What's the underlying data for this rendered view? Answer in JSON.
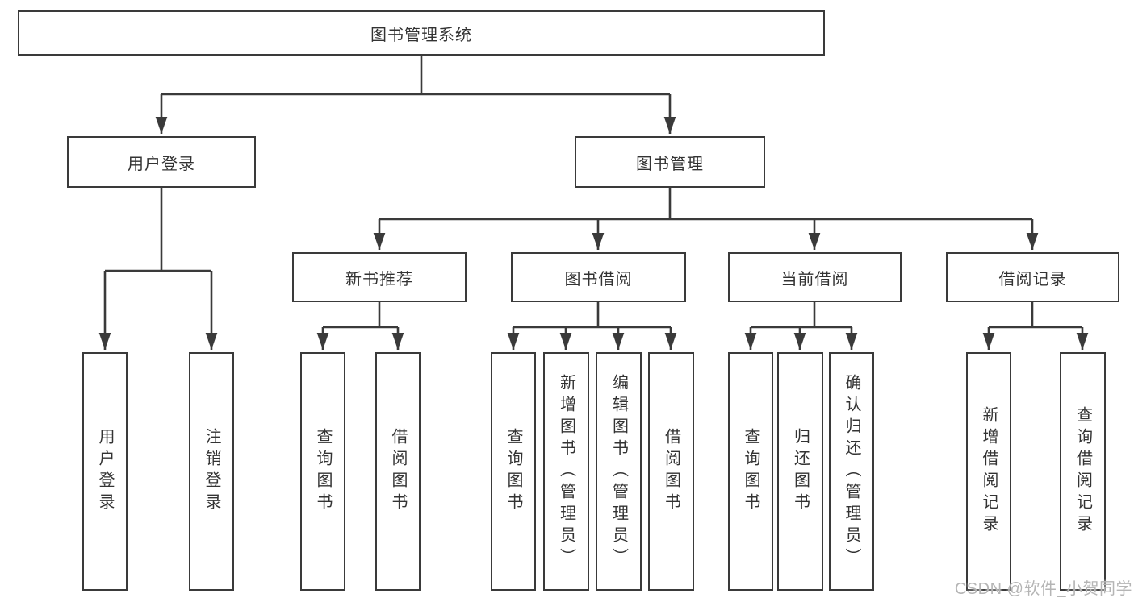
{
  "diagram": {
    "title": "图书管理系统",
    "nodes": [
      {
        "id": "root",
        "label": "图书管理系统",
        "parent": null,
        "level": 1
      },
      {
        "id": "user-login",
        "label": "用户登录",
        "parent": "root",
        "level": 2
      },
      {
        "id": "book-management",
        "label": "图书管理",
        "parent": "root",
        "level": 2
      },
      {
        "id": "new-book-recommend",
        "label": "新书推荐",
        "parent": "book-management",
        "level": 3
      },
      {
        "id": "book-borrowing",
        "label": "图书借阅",
        "parent": "book-management",
        "level": 3
      },
      {
        "id": "current-borrowing",
        "label": "当前借阅",
        "parent": "book-management",
        "level": 3
      },
      {
        "id": "borrow-records",
        "label": "借阅记录",
        "parent": "book-management",
        "level": 3
      },
      {
        "id": "user-login-leaf",
        "label": "用户登录",
        "parent": "user-login",
        "level": 4
      },
      {
        "id": "logout",
        "label": "注销登录",
        "parent": "user-login",
        "level": 4
      },
      {
        "id": "query-books-1",
        "label": "查询图书",
        "parent": "new-book-recommend",
        "level": 4
      },
      {
        "id": "borrow-books-1",
        "label": "借阅图书",
        "parent": "new-book-recommend",
        "level": 4
      },
      {
        "id": "query-books-2",
        "label": "查询图书",
        "parent": "book-borrowing",
        "level": 4
      },
      {
        "id": "add-books-admin",
        "label": "新增图书（管理员）",
        "parent": "book-borrowing",
        "level": 4
      },
      {
        "id": "edit-books-admin",
        "label": "编辑图书（管理员）",
        "parent": "book-borrowing",
        "level": 4
      },
      {
        "id": "borrow-books-2",
        "label": "借阅图书",
        "parent": "book-borrowing",
        "level": 4
      },
      {
        "id": "query-books-3",
        "label": "查询图书",
        "parent": "current-borrowing",
        "level": 4
      },
      {
        "id": "return-books",
        "label": "归还图书",
        "parent": "current-borrowing",
        "level": 4
      },
      {
        "id": "confirm-return-admin",
        "label": "确认归还（管理员）",
        "parent": "current-borrowing",
        "level": 4
      },
      {
        "id": "add-borrow-record",
        "label": "新增借阅记录",
        "parent": "borrow-records",
        "level": 4
      },
      {
        "id": "query-borrow-record",
        "label": "查询借阅记录",
        "parent": "borrow-records",
        "level": 4
      }
    ]
  },
  "watermark": {
    "text": "CSDN @软件_小贺同学"
  },
  "colors": {
    "line": "#3a3a3a",
    "text": "#333333",
    "watermark": "#b5b5b5",
    "background": "#ffffff"
  }
}
